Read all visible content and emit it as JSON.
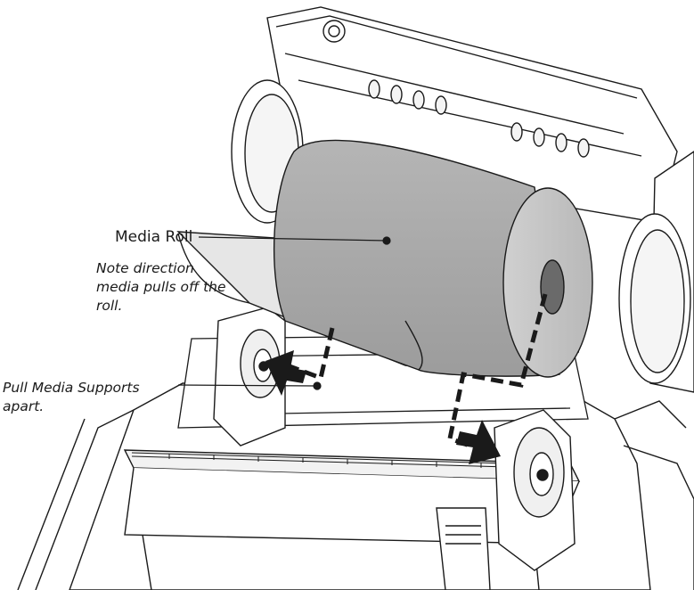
{
  "callouts": {
    "media_roll": {
      "label": "Media Roll",
      "note_lines": [
        "Note direction",
        "media pulls off the",
        "roll."
      ]
    },
    "pull_supports": {
      "lines": [
        "Pull Media Supports",
        "apart."
      ]
    }
  },
  "colors": {
    "outline": "#1a1a1a",
    "roll_fill": "#a9a9a9",
    "roll_face": "#c4c4c4",
    "sheet_fill": "#e6e6e6",
    "printer_fill": "#ffffff",
    "shadow_fill": "#d8d8d8"
  },
  "icons": {
    "arrow_left": "filled-arrow-left-icon",
    "arrow_right": "filled-arrow-right-icon"
  }
}
